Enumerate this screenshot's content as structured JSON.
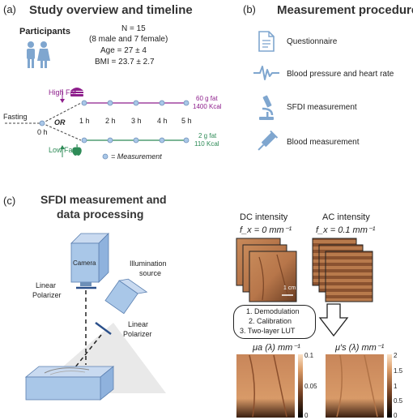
{
  "panel_a": {
    "label": "(a)",
    "title": "Study overview and timeline",
    "participants": {
      "heading": "Participants",
      "n": "N = 15",
      "sex": "(8 male and 7 female)",
      "age": "Age = 27 ± 4",
      "bmi": "BMI = 23.7 ± 2.7"
    },
    "timeline": {
      "fasting": "Fasting",
      "zero": "0 h",
      "or": "OR",
      "high_fat": "High Fat",
      "low_fat": "Low Fat",
      "hours": [
        "1 h",
        "2 h",
        "3 h",
        "4 h",
        "5 h"
      ],
      "high_fat_detail_1": "60 g fat",
      "high_fat_detail_2": "1400 Kcal",
      "low_fat_detail_1": "2 g fat",
      "low_fat_detail_2": "110 Kcal",
      "legend": "= Measurement"
    },
    "colors": {
      "high_fat": "#8e1f8c",
      "low_fat": "#2e8b57",
      "node": "#a9c7e8"
    }
  },
  "panel_b": {
    "label": "(b)",
    "title": "Measurement procedure",
    "items": [
      {
        "icon": "document-icon",
        "label": "Questionnaire"
      },
      {
        "icon": "pulse-icon",
        "label": "Blood pressure and heart rate"
      },
      {
        "icon": "microscope-icon",
        "label": "SFDI measurement"
      },
      {
        "icon": "syringe-icon",
        "label": "Blood measurement"
      }
    ],
    "icon_color": "#7fa6cf"
  },
  "panel_c": {
    "label": "(c)",
    "title_1": "SFDI measurement and",
    "title_2": "data  processing",
    "camera": "Camera",
    "illumination_1": "Illumination",
    "illumination_2": "source",
    "polarizer_left_1": "Linear",
    "polarizer_left_2": "Polarizer",
    "polarizer_right_1": "Linear",
    "polarizer_right_2": "Polarizer",
    "dc_title": "DC intensity",
    "dc_freq": "f_x = 0 mm⁻¹",
    "ac_title": "AC intensity",
    "ac_freq": "f_x = 0.1 mm⁻¹",
    "scale_bar": "1 cm",
    "steps": [
      "1.  Demodulation",
      "2.  Calibration",
      "3.  Two-layer LUT"
    ],
    "mua_label": "μa (λ) mm⁻¹",
    "mus_label": "μ′s (λ) mm⁻¹",
    "mua_ticks": [
      "0.1",
      "0.05",
      "0"
    ],
    "mus_ticks": [
      "2",
      "1.5",
      "1",
      "0.5",
      "0"
    ]
  }
}
